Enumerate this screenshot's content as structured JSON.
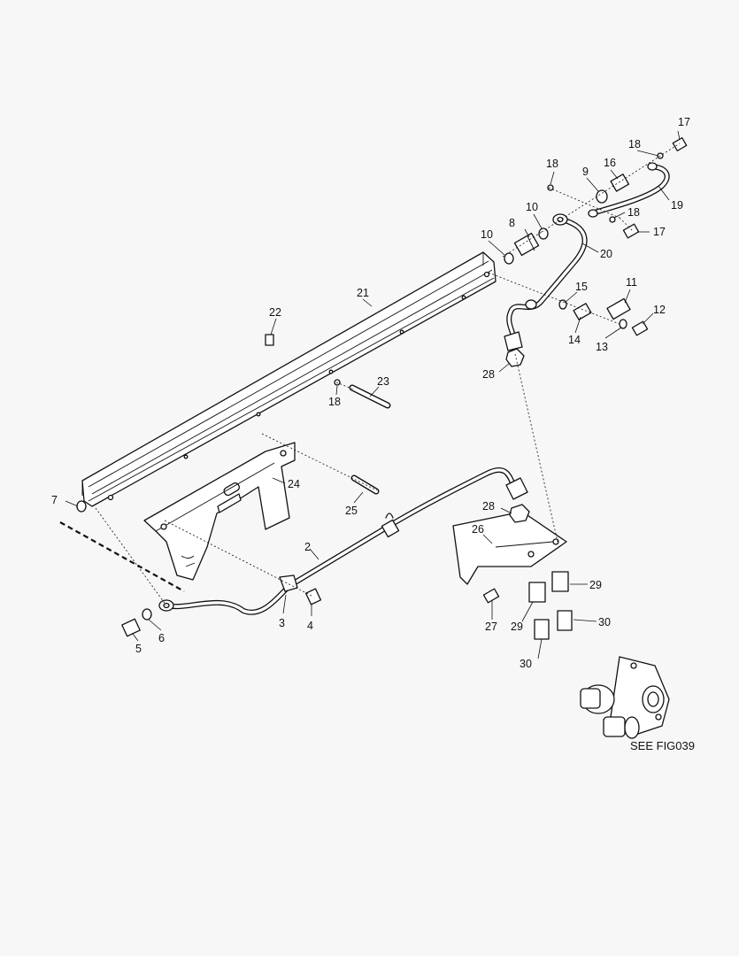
{
  "diagram": {
    "reference": "SEE FIG039",
    "callouts": [
      "2",
      "3",
      "4",
      "5",
      "6",
      "7",
      "8",
      "9",
      "10",
      "10",
      "11",
      "12",
      "13",
      "14",
      "15",
      "16",
      "17",
      "17",
      "18",
      "18",
      "18",
      "18",
      "19",
      "20",
      "21",
      "22",
      "23",
      "24",
      "25",
      "26",
      "27",
      "28",
      "28",
      "29",
      "29",
      "30",
      "30"
    ]
  }
}
